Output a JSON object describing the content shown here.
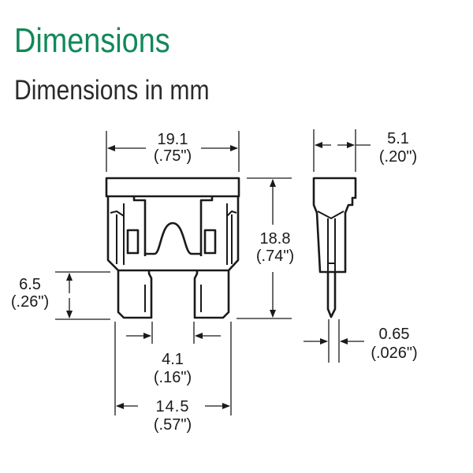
{
  "header": {
    "title": "Dimensions",
    "subtitle": "Dimensions in mm"
  },
  "colors": {
    "title": "#13885a",
    "subtitle": "#2b2b2b",
    "line": "#1a1a1a"
  },
  "dimensions": {
    "overall_width": {
      "mm": "19.1",
      "inch": "(.75\")"
    },
    "overall_height": {
      "mm": "18.8",
      "inch": "(.74\")"
    },
    "blade_length": {
      "mm": "6.5",
      "inch": "(.26\")"
    },
    "blade_gap": {
      "mm": "4.1",
      "inch": "(.16\")"
    },
    "blade_span": {
      "mm": "14.5",
      "inch": "(.57\")"
    },
    "side_thickness": {
      "mm": "5.1",
      "inch": "(.20\")"
    },
    "blade_thickness": {
      "mm": "0.65",
      "inch": "(.026\")"
    }
  }
}
